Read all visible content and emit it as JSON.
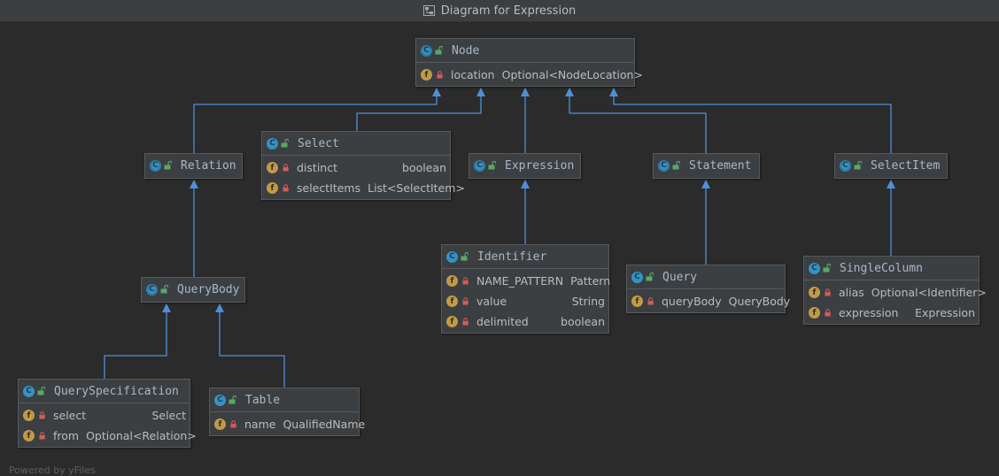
{
  "window": {
    "title": "Diagram for Expression"
  },
  "watermark": "Powered by yFiles",
  "colors": {
    "edge": "#4f8fd6",
    "class_icon": "#3592c4",
    "field_icon": "#c19a48",
    "lock_private": "#d45b5b",
    "lock_open": "#59a869"
  },
  "classes": {
    "node": {
      "name": "Node",
      "kind": "abstract",
      "icon_letter": "C",
      "fields": [
        {
          "name": "location",
          "type": "Optional<NodeLocation>",
          "visibility": "private"
        }
      ]
    },
    "select": {
      "name": "Select",
      "kind": "class",
      "icon_letter": "C",
      "fields": [
        {
          "name": "distinct",
          "type": "boolean",
          "visibility": "private"
        },
        {
          "name": "selectItems",
          "type": "List<SelectItem>",
          "visibility": "private"
        }
      ]
    },
    "relation": {
      "name": "Relation",
      "kind": "abstract",
      "icon_letter": "C",
      "fields": []
    },
    "expression": {
      "name": "Expression",
      "kind": "abstract",
      "icon_letter": "C",
      "fields": []
    },
    "statement": {
      "name": "Statement",
      "kind": "abstract",
      "icon_letter": "C",
      "fields": []
    },
    "selectitem": {
      "name": "SelectItem",
      "kind": "abstract",
      "icon_letter": "C",
      "fields": []
    },
    "querybody": {
      "name": "QueryBody",
      "kind": "abstract",
      "icon_letter": "C",
      "fields": []
    },
    "identifier": {
      "name": "Identifier",
      "kind": "class",
      "icon_letter": "C",
      "fields": [
        {
          "name": "NAME_PATTERN",
          "type": "Pattern",
          "visibility": "private",
          "static": true
        },
        {
          "name": "value",
          "type": "String",
          "visibility": "private"
        },
        {
          "name": "delimited",
          "type": "boolean",
          "visibility": "private"
        }
      ]
    },
    "query": {
      "name": "Query",
      "kind": "class",
      "icon_letter": "C",
      "fields": [
        {
          "name": "queryBody",
          "type": "QueryBody",
          "visibility": "private"
        }
      ]
    },
    "singlecolumn": {
      "name": "SingleColumn",
      "kind": "class",
      "icon_letter": "C",
      "fields": [
        {
          "name": "alias",
          "type": "Optional<Identifier>",
          "visibility": "private"
        },
        {
          "name": "expression",
          "type": "Expression",
          "visibility": "private"
        }
      ]
    },
    "queryspecification": {
      "name": "QuerySpecification",
      "kind": "class",
      "icon_letter": "C",
      "fields": [
        {
          "name": "select",
          "type": "Select",
          "visibility": "private"
        },
        {
          "name": "from",
          "type": "Optional<Relation>",
          "visibility": "private"
        }
      ]
    },
    "table": {
      "name": "Table",
      "kind": "class",
      "icon_letter": "C",
      "fields": [
        {
          "name": "name",
          "type": "QualifiedName",
          "visibility": "private"
        }
      ]
    }
  },
  "inheritance": [
    {
      "child": "relation",
      "parent": "node"
    },
    {
      "child": "select",
      "parent": "node"
    },
    {
      "child": "expression",
      "parent": "node"
    },
    {
      "child": "statement",
      "parent": "node"
    },
    {
      "child": "selectitem",
      "parent": "node"
    },
    {
      "child": "querybody",
      "parent": "relation"
    },
    {
      "child": "identifier",
      "parent": "expression"
    },
    {
      "child": "query",
      "parent": "statement"
    },
    {
      "child": "singlecolumn",
      "parent": "selectitem"
    },
    {
      "child": "queryspecification",
      "parent": "querybody"
    },
    {
      "child": "table",
      "parent": "querybody"
    }
  ]
}
